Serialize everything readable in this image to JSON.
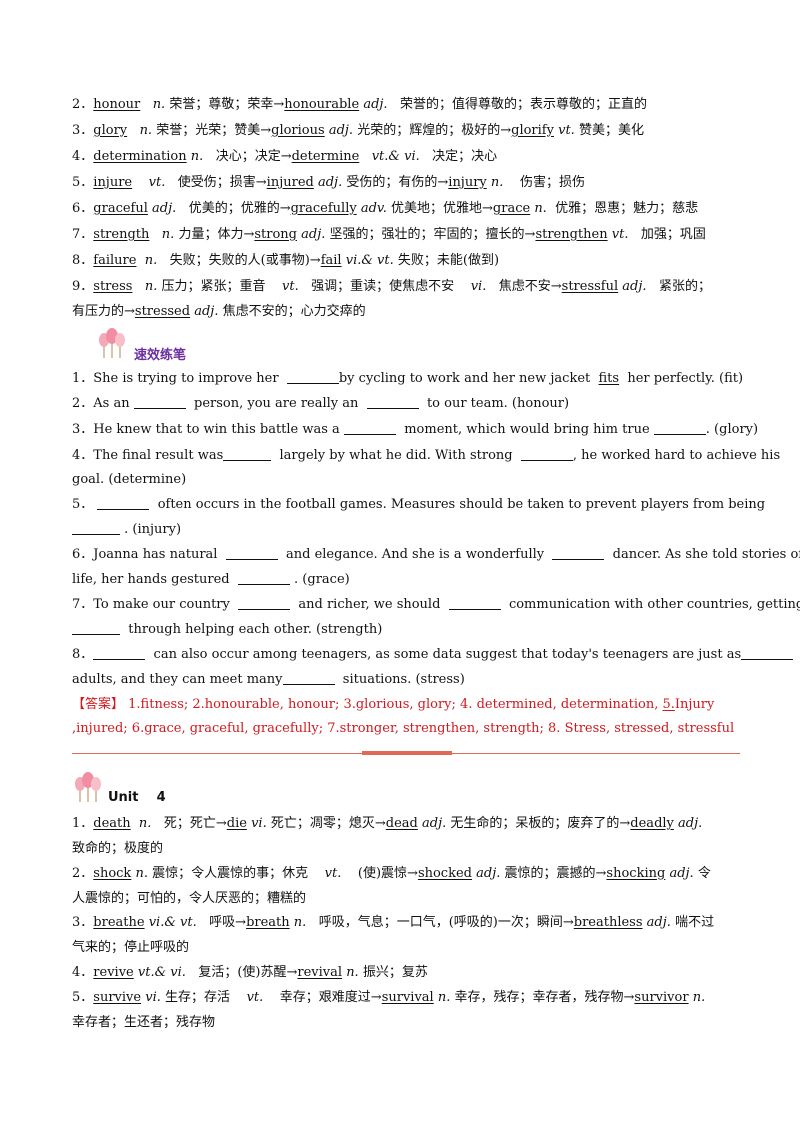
{
  "vocab_u3": [
    {
      "num": "2．",
      "w1": "honour",
      "p1": "n.",
      "t1": "荣誉；尊敬；荣幸→",
      "w2": "honourable",
      "p2": "adj.",
      "t2": "荣誉的；值得尊敬的；表示尊敬的；正直的"
    },
    {
      "num": "3．",
      "w1": "glory",
      "p1": "n.",
      "t1": "荣誉；光荣；赞美→",
      "w2": "glorious",
      "p2": "adj.",
      "t2": "光荣的；辉煌的；极好的→",
      "w3": "glorify",
      "p3": "vt.",
      "t3": "赞美；美化"
    },
    {
      "num": "4．",
      "w1": "determination",
      "p1": "n.",
      "t1": "决心；决定→",
      "w2": "determine",
      "p2": "vt.& vi.",
      "t2": "决定；决心"
    },
    {
      "num": "5．",
      "w1": "injure",
      "p1": "vt.",
      "t1": "使受伤；损害→",
      "w2": "injured",
      "p2": "adj.",
      "t2": "受伤的；有伤的→",
      "w3": "injury",
      "p3": "n.",
      "t3": "伤害；损伤"
    },
    {
      "num": "6．",
      "w1": "graceful",
      "p1": "adj.",
      "t1": "优美的；优雅的→",
      "w2": "gracefully",
      "p2": "adv.",
      "t2": "优美地；优雅地→",
      "w3": "grace",
      "p3": "n.",
      "t3": "优雅；恩惠；魅力；慈悲"
    },
    {
      "num": "7．",
      "w1": "strength",
      "p1": "n.",
      "t1": "力量；体力→",
      "w2": "strong",
      "p2": "adj.",
      "t2": "坚强的；强壮的；牢固的；擅长的→",
      "w3": "strengthen",
      "p3": "vt.",
      "t3": "加强；巩固"
    },
    {
      "num": "8．",
      "w1": "failure",
      "p1": "n.",
      "t1": "失败；失败的人(或事物)→",
      "w2": "fail",
      "p2": "vi.& vt.",
      "t2": "失败；未能(做到)"
    }
  ],
  "vocab_u3_9": {
    "num": "9．",
    "w1": "stress",
    "p1": "n.",
    "t1": "压力；紧张；重音",
    "p1b": "vt.",
    "t1b": "强调；重读；使焦虑不安",
    "p1c": "vi.",
    "t1c": "焦虑不安→",
    "w2": "stressful",
    "p2": "adj.",
    "t2": "紧张的；",
    "line2_pre": "有压力的→",
    "w3": "stressed",
    "p3": "adj.",
    "t3": "焦虑不安的；心力交瘁的"
  },
  "practice_heading": "速效练笔",
  "ex": {
    "e1": {
      "a": "1．She is trying to improve her",
      "b": "by cycling to work and her new jacket",
      "fit": "fits",
      "c": "her perfectly. (fit)"
    },
    "e2": {
      "a": "2．As an",
      "b": "person, you are really an",
      "c": "to our team. (honour)"
    },
    "e3": {
      "a": "3．He knew that to win this battle was a",
      "b": "moment, which would bring him true",
      "c": ". (glory)"
    },
    "e4": {
      "a": "4．The final result was",
      "b": "largely by what he did. With strong",
      "c": ",  he worked hard to achieve his",
      "l2": "goal. (determine)"
    },
    "e5": {
      "a": "5．",
      "b": "often occurs in the football games. Measures should be taken to prevent players from being",
      "c": ". (injury)"
    },
    "e6": {
      "a": "6．Joanna has natural",
      "b": "and elegance. And she is a wonderfully",
      "c": "dancer. As she told stories of her",
      "l2a": "life, her hands gestured",
      "l2b": ". (grace)"
    },
    "e7": {
      "a": "7．To make our country",
      "b": "and richer, we should",
      "c": "communication with other countries, getting",
      "l2": "through helping each other. (strength)"
    },
    "e8": {
      "a": "8．",
      "b": "can also occur among teenagers, as some data suggest that today's teenagers are just as",
      "c": "as",
      "l2a": "adults, and they can meet many",
      "l2b": "situations. (stress)"
    }
  },
  "answer": {
    "label": "【答案】",
    "l1": "1.fitness;    2.honourable,  honour;    3.glorious,  glory;      4.  determined,  determination, ",
    "l1u": " 5.",
    "l1e": "Injury",
    "l2": ",injured;    6.grace,  graceful,  gracefully;      7.stronger,  strengthen,  strength;    8.  Stress,  stressed,  stressful"
  },
  "unit_title": "Unit    4",
  "vocab_u4": {
    "v1": {
      "num": "1．",
      "w1": "death",
      "p1": "n.",
      "t1": "死；死亡→",
      "w2": "die",
      "p2": "vi.",
      "t2": "死亡；凋零；熄灭→",
      "w3": "dead",
      "p3": "adj.",
      "t3": "无生命的；呆板的；废弃了的→",
      "w4": "deadly",
      "p4": "adj.",
      "l2": "致命的；极度的"
    },
    "v2": {
      "num": "2．",
      "w1": "shock",
      "p1": "n.",
      "t1": "震惊；令人震惊的事；休克",
      "p1b": "vt.",
      "t1b": "(使)震惊→",
      "w2": "shocked",
      "p2": "adj.",
      "t2": "震惊的；震撼的→",
      "w3": "shocking",
      "p3": "adj.",
      "t3": "令",
      "l2": "人震惊的；可怕的，令人厌恶的；糟糕的"
    },
    "v3": {
      "num": "3．",
      "w1": "breathe",
      "p1": "vi.& vt.",
      "t1": "呼吸→",
      "w2": "breath",
      "p2": "n.",
      "t2": "呼吸，气息；一口气，(呼吸的)一次；瞬间→",
      "w3": "breathless",
      "p3": "adj.",
      "t3": "喘不过",
      "l2": "气来的；停止呼吸的"
    },
    "v4": {
      "num": "4．",
      "w1": "revive",
      "p1": "vt.& vi.",
      "t1": "复活；(使)苏醒→",
      "w2": "revival",
      "p2": "n.",
      "t2": "振兴；复苏"
    },
    "v5": {
      "num": "5．",
      "w1": "survive",
      "p1": "vi.",
      "t1": "生存；存活",
      "p1b": "vt.",
      "t1b": "幸存；艰难度过→",
      "w2": "survival",
      "p2": "n.",
      "t2": "幸存，残存；幸存者，残存物→",
      "w3": "survivor",
      "p3": "n.",
      "l2": "幸存者；生还者；残存物"
    }
  }
}
